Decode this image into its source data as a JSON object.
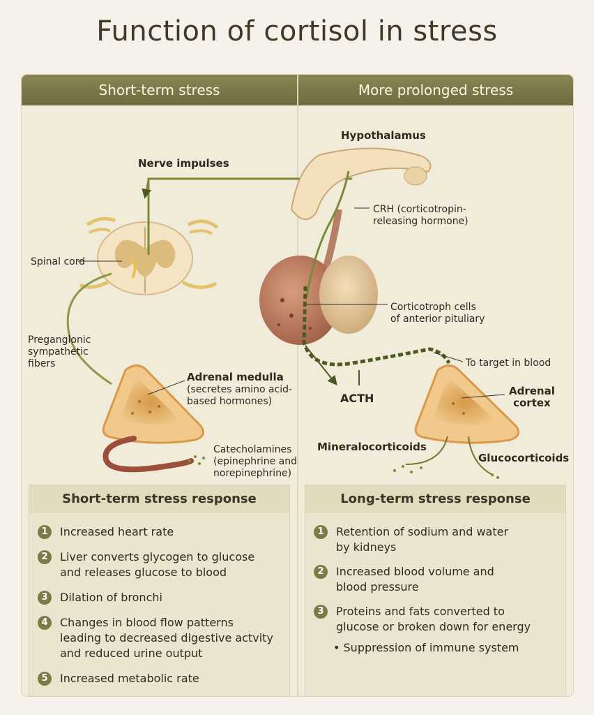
{
  "title": "Function of cortisol in stress",
  "left_panel": {
    "header": "Short-term stress",
    "labels": {
      "nerve_impulses": "Nerve impulses",
      "spinal_cord": "Spinal cord",
      "preganglionic": "Preganglonic\nsympathetic\nfibers",
      "adrenal_medulla": "Adrenal medulla",
      "adrenal_medulla_note": "(secretes amino acid-\nbased hormones)",
      "catecholamines": "Catecholamines\n(epinephrine and\nnorepinephrine)"
    },
    "response": {
      "title": "Short-term stress response",
      "items": [
        {
          "num": "1",
          "text": "Increased heart rate"
        },
        {
          "num": "2",
          "text": "Liver converts glycogen to glucose\nand releases glucose to blood"
        },
        {
          "num": "3",
          "text": "Dilation of bronchi"
        },
        {
          "num": "4",
          "text": "Changes in blood flow patterns\nleading to decreased digestive actvity\nand reduced urine output"
        },
        {
          "num": "5",
          "text": "Increased metabolic rate"
        }
      ]
    }
  },
  "right_panel": {
    "header": "More prolonged stress",
    "labels": {
      "hypothalamus": "Hypothalamus",
      "crh": "CRH (corticotropin-\nreleasing hormone)",
      "corticotroph": "Corticotroph cells\nof anterior pituliary",
      "to_target": "To target in blood",
      "acth": "ACTH",
      "adrenal_cortex": "Adrenal\ncortex",
      "mineralocorticoids": "Mineralocorticoids",
      "glucocorticoids": "Glucocorticoids"
    },
    "response": {
      "title": "Long-term stress response",
      "items": [
        {
          "num": "1",
          "text": "Retention of sodium and water\nby kidneys"
        },
        {
          "num": "2",
          "text": "Increased blood volume and\nblood pressure"
        },
        {
          "num": "3",
          "text": "Proteins and fats converted to\nglucose or broken down for energy"
        }
      ],
      "bullet": "• Suppression of immune system"
    }
  },
  "colors": {
    "header": "#7a7647",
    "panel": "#f1ecd9",
    "nerve": "#6c7a2e",
    "gland": "#e5b877",
    "pituitary_anterior": "#b57a5e",
    "pituitary_posterior": "#e2c79a"
  }
}
